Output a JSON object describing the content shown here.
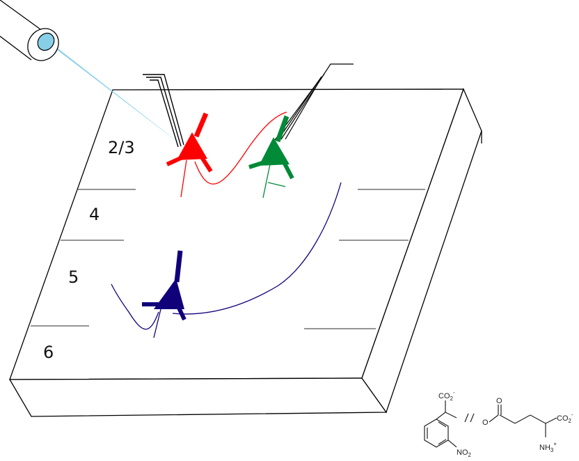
{
  "layers": {
    "l23": "2/3",
    "l4": "4",
    "l5": "5",
    "l6": "6"
  },
  "neurons": {
    "red": {
      "color": "#ff0000"
    },
    "green": {
      "color": "#008a37"
    },
    "blue": {
      "color": "#10007a"
    }
  },
  "light": {
    "beam_color": "#87cfe6"
  },
  "chemical": {
    "carboxylate_left": "CO",
    "carboxylate_left_sub": "2",
    "carboxylate_left_sup": "-",
    "nitro": "NO",
    "nitro_sub": "2",
    "ester_o": "O",
    "carbonyl_o": "O",
    "carboxylate_right": "CO",
    "carboxylate_right_sub": "2",
    "carboxylate_right_sup": "-",
    "amine": "NH",
    "amine_sub": "3",
    "amine_sup": "+"
  }
}
